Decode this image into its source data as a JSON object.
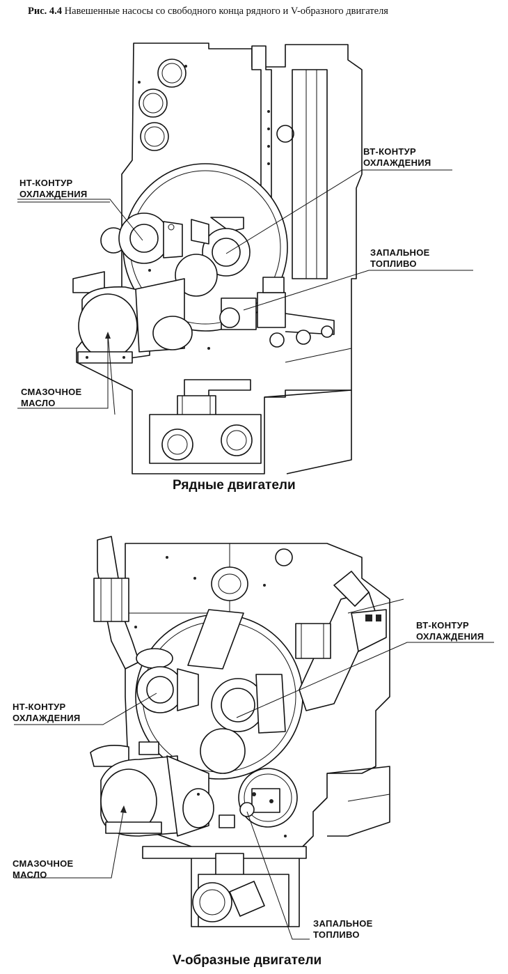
{
  "caption": {
    "prefix": "Рис. 4.4",
    "text": "Навешенные насосы со свободного конца рядного и V-образного двигателя"
  },
  "inline": {
    "heading": "Рядные двигатели",
    "labels": {
      "ht": [
        "НТ-КОНТУР",
        "ОХЛАЖДЕНИЯ"
      ],
      "bt": [
        "ВТ-КОНТУР",
        "ОХЛАЖДЕНИЯ"
      ],
      "pilot": [
        "ЗАПАЛЬНОЕ",
        "ТОПЛИВО"
      ],
      "oil": [
        "СМАЗОЧНОЕ",
        "МАСЛО"
      ]
    }
  },
  "vee": {
    "heading": "V-образные двигатели",
    "labels": {
      "bt": [
        "ВТ-КОНТУР",
        "ОХЛАЖДЕНИЯ"
      ],
      "ht": [
        "НТ-КОНТУР",
        "ОХЛАЖДЕНИЯ"
      ],
      "oil": [
        "СМАЗОЧНОЕ",
        "МАСЛО"
      ],
      "pilot": [
        "ЗАПАЛЬНОЕ",
        "ТОПЛИВО"
      ]
    }
  }
}
